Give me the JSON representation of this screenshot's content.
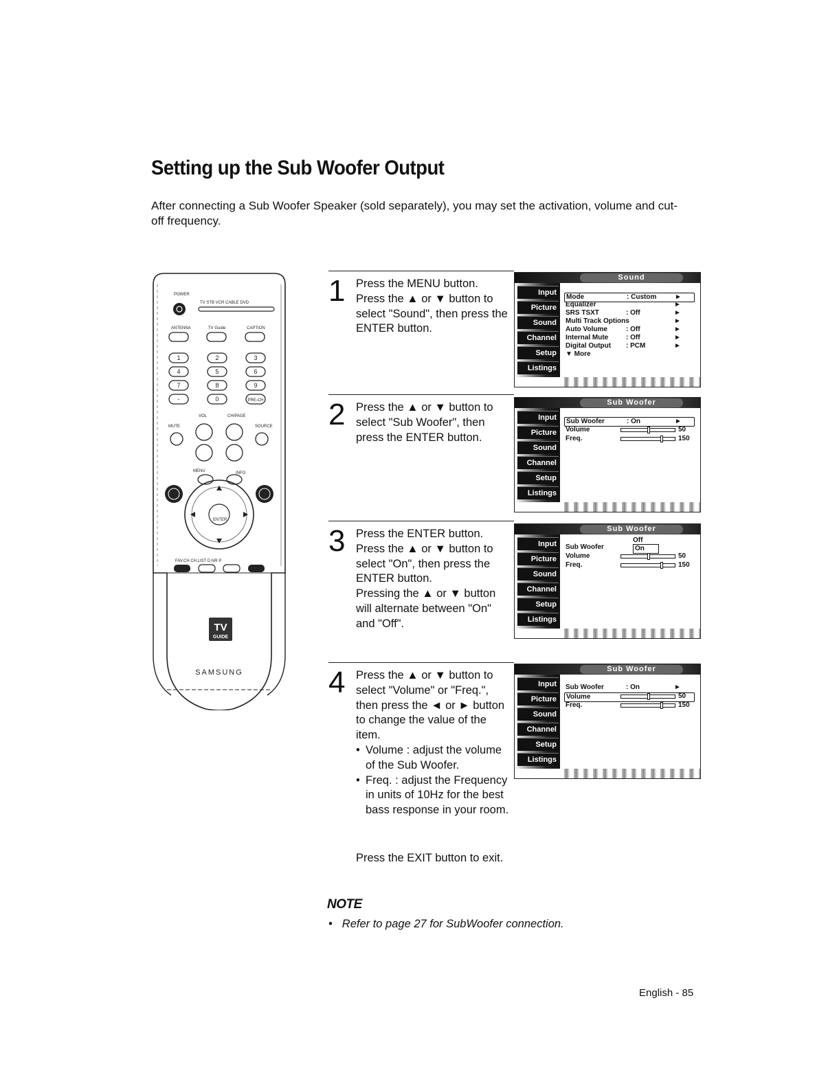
{
  "title": "Setting up the Sub Woofer Output",
  "intro": "After connecting a Sub Woofer Speaker (sold separately), you may set the activation, volume and cut-off frequency.",
  "remote": {
    "power": "POWER",
    "modes": "TV  STB  VCR  CABLE  DVD",
    "antenna": "ANTENNA",
    "tvguide": "TV Guide",
    "caption": "CAPTION",
    "numbers": [
      "1",
      "2",
      "3",
      "4",
      "5",
      "6",
      "7",
      "8",
      "9",
      "-",
      "0",
      "PRE-CH"
    ],
    "vol": "VOL",
    "chpage": "CH/PAGE",
    "mute": "MUTE",
    "source": "SOURCE",
    "menu": "MENU",
    "info": "INFO",
    "enter": "ENTER",
    "bottom_row": "FAV.CH  CH.LIST  D.NR  P",
    "guide_line1": "TV",
    "guide_line2": "GUIDE",
    "brand": "SAMSUNG"
  },
  "steps": [
    {
      "num": "1",
      "lines": [
        "Press the MENU button.",
        "Press the ▲ or ▼ button to select \"Sound\", then press the ENTER button."
      ],
      "osd": {
        "title": "Sound",
        "tabs": [
          "Input",
          "Picture",
          "Sound",
          "Channel",
          "Setup",
          "Listings"
        ],
        "rows": [
          {
            "label": "Mode",
            "value": ": Custom",
            "arrow": "►"
          },
          {
            "label": "Equalizer",
            "value": "",
            "arrow": "►"
          },
          {
            "label": "SRS TSXT",
            "value": ": Off",
            "arrow": "►"
          },
          {
            "label": "Multi Track Options",
            "value": "",
            "arrow": "►"
          },
          {
            "label": "Auto Volume",
            "value": ": Off",
            "arrow": "►"
          },
          {
            "label": "Internal Mute",
            "value": ": Off",
            "arrow": "►"
          },
          {
            "label": "Digital Output",
            "value": ": PCM",
            "arrow": "►"
          },
          {
            "label": "▼ More",
            "value": "",
            "arrow": ""
          }
        ]
      }
    },
    {
      "num": "2",
      "lines": [
        "Press the ▲ or ▼ button to select \"Sub Woofer\", then press the ENTER button."
      ],
      "osd": {
        "title": "Sub Woofer",
        "tabs": [
          "Input",
          "Picture",
          "Sound",
          "Channel",
          "Setup",
          "Listings"
        ],
        "rows": [
          {
            "label": "Sub Woofer",
            "value": ": On",
            "arrow": "►"
          },
          {
            "label": "Volume",
            "value": "",
            "arrow": ""
          },
          {
            "label": "Freq.",
            "value": "",
            "arrow": ""
          }
        ],
        "bars": [
          {
            "level": 50,
            "max": 100,
            "text": "50"
          },
          {
            "level": 150,
            "max": 200,
            "text": "150"
          }
        ]
      }
    },
    {
      "num": "3",
      "lines": [
        "Press the ENTER button.",
        "Press the ▲ or ▼ button to select \"On\", then press the ENTER button.",
        "Pressing the ▲ or ▼ button will alternate between \"On\" and \"Off\"."
      ],
      "osd": {
        "title": "Sub Woofer",
        "tabs": [
          "Input",
          "Picture",
          "Sound",
          "Channel",
          "Setup",
          "Listings"
        ],
        "rows": [
          {
            "label": "Sub Woofer",
            "value": "",
            "arrow": ""
          },
          {
            "label": "Volume",
            "value": "",
            "arrow": ""
          },
          {
            "label": "Freq.",
            "value": "",
            "arrow": ""
          }
        ],
        "options": [
          "Off",
          "On"
        ],
        "bars": [
          {
            "level": 50,
            "max": 100,
            "text": "50"
          },
          {
            "level": 150,
            "max": 200,
            "text": "150"
          }
        ]
      }
    },
    {
      "num": "4",
      "lines": [
        "Press the ▲ or ▼ button to select \"Volume\" or \"Freq.\", then press the ◄ or ► button to change the value of the item."
      ],
      "bullets": [
        "Volume : adjust the volume of the Sub Woofer.",
        "Freq. : adjust the Frequency in units of 10Hz for the best bass response in your room."
      ],
      "osd": {
        "title": "Sub Woofer",
        "tabs": [
          "Input",
          "Picture",
          "Sound",
          "Channel",
          "Setup",
          "Listings"
        ],
        "rows": [
          {
            "label": "Sub Woofer",
            "value": ": On",
            "arrow": "►"
          },
          {
            "label": "Volume",
            "value": "",
            "arrow": ""
          },
          {
            "label": "Freq.",
            "value": "",
            "arrow": ""
          }
        ],
        "bars": [
          {
            "level": 50,
            "max": 100,
            "text": "50"
          },
          {
            "level": 150,
            "max": 200,
            "text": "150"
          }
        ]
      }
    }
  ],
  "exit_text": "Press the EXIT button to exit.",
  "note_heading": "NOTE",
  "note_bullet": "•",
  "note": "Refer to page 27 for SubWoofer connection.",
  "footer": "English - 85"
}
